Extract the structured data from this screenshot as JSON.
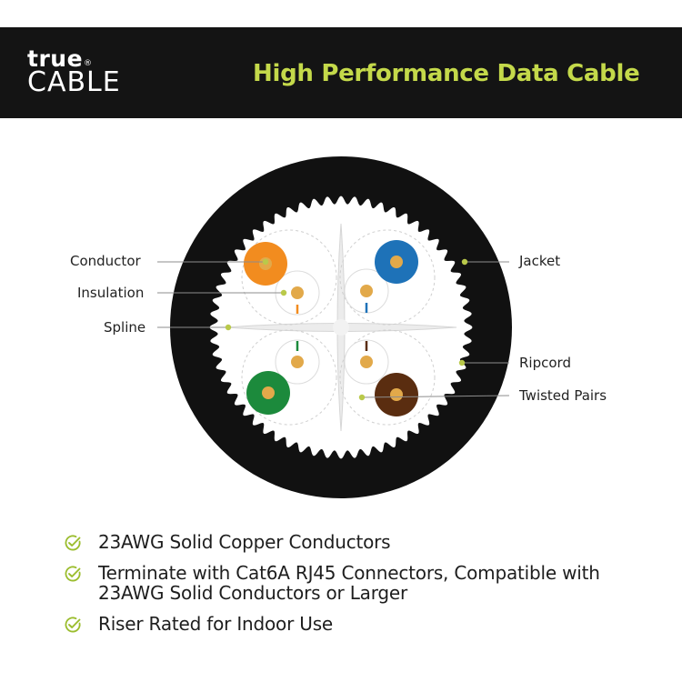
{
  "header": {
    "logo_line1": "true",
    "logo_mark": "®",
    "logo_line2": "CABLE",
    "headline": "High Performance Data Cable"
  },
  "diagram": {
    "labels": {
      "conductor": "Conductor",
      "insulation": "Insulation",
      "spline": "Spline",
      "jacket": "Jacket",
      "ripcord": "Ripcord",
      "twisted_pairs": "Twisted Pairs"
    },
    "pair_colors": {
      "orange": "#f28c1f",
      "blue": "#1e72b8",
      "green": "#1c8a3c",
      "brown": "#5a2d10"
    },
    "copper_color": "#e2a94a",
    "leader_color": "#b9c94a",
    "jacket_color": "#111111"
  },
  "features": [
    {
      "icon": "check-circle-icon",
      "text": "23AWG Solid Copper Conductors"
    },
    {
      "icon": "check-circle-icon",
      "text": "Terminate with Cat6A RJ45 Connectors, Compatible with 23AWG Solid Conductors or Larger"
    },
    {
      "icon": "check-circle-icon",
      "text": "Riser Rated for Indoor Use"
    }
  ],
  "colors": {
    "header_bg": "#141414",
    "accent": "#c4d94a",
    "check": "#9bbd2e"
  }
}
